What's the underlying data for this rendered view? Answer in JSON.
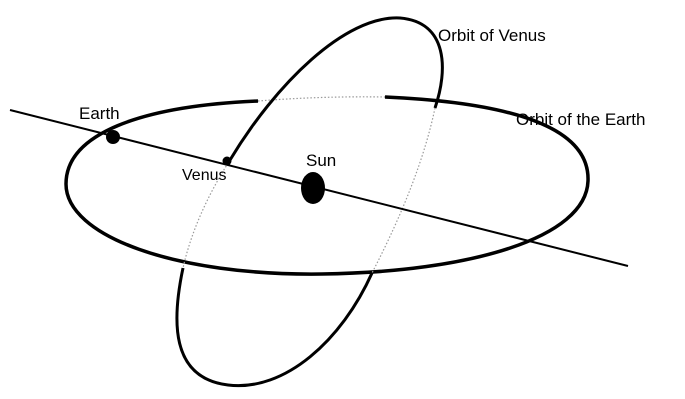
{
  "labels": {
    "orbit_of_venus": "Orbit of Venus",
    "orbit_of_earth": "Orbit of the Earth",
    "earth": "Earth",
    "venus": "Venus",
    "sun": "Sun"
  },
  "colors": {
    "ink": "#000000",
    "hidden_path": "#999999",
    "background": "#ffffff"
  }
}
